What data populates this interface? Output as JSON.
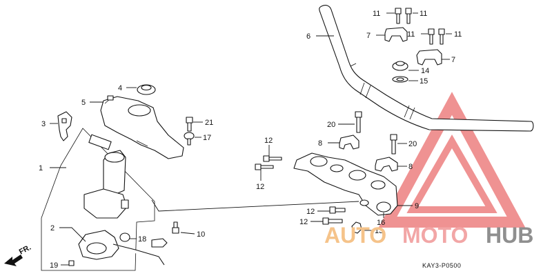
{
  "diagram": {
    "reference_code": "KAY3-P0500",
    "direction_label": "FR.",
    "callouts": [
      {
        "id": "c1",
        "text": "1"
      },
      {
        "id": "c2",
        "text": "2"
      },
      {
        "id": "c3",
        "text": "3"
      },
      {
        "id": "c4",
        "text": "4"
      },
      {
        "id": "c5",
        "text": "5"
      },
      {
        "id": "c6",
        "text": "6"
      },
      {
        "id": "c7a",
        "text": "7"
      },
      {
        "id": "c7b",
        "text": "7"
      },
      {
        "id": "c8a",
        "text": "8"
      },
      {
        "id": "c8b",
        "text": "8"
      },
      {
        "id": "c9",
        "text": "9"
      },
      {
        "id": "c10",
        "text": "10"
      },
      {
        "id": "c11a",
        "text": "11"
      },
      {
        "id": "c11b",
        "text": "11"
      },
      {
        "id": "c11c",
        "text": "11"
      },
      {
        "id": "c11d",
        "text": "11"
      },
      {
        "id": "c12a",
        "text": "12"
      },
      {
        "id": "c12b",
        "text": "12"
      },
      {
        "id": "c12c",
        "text": "12"
      },
      {
        "id": "c12d",
        "text": "12"
      },
      {
        "id": "c13",
        "text": "13"
      },
      {
        "id": "c14",
        "text": "14"
      },
      {
        "id": "c15",
        "text": "15"
      },
      {
        "id": "c16",
        "text": "16"
      },
      {
        "id": "c17",
        "text": "17"
      },
      {
        "id": "c18",
        "text": "18"
      },
      {
        "id": "c19",
        "text": "19"
      },
      {
        "id": "c20a",
        "text": "20"
      },
      {
        "id": "c20b",
        "text": "20"
      },
      {
        "id": "c21",
        "text": "21"
      }
    ]
  },
  "watermark": {
    "word_part_1": "AUTO",
    "word_part_2": "MOTO",
    "word_part_3": "HUB",
    "color_1": "#f5c38a",
    "color_2": "#f2a6a6",
    "color_3": "#9a9a9a",
    "triangle_color": "#e23a3a"
  }
}
